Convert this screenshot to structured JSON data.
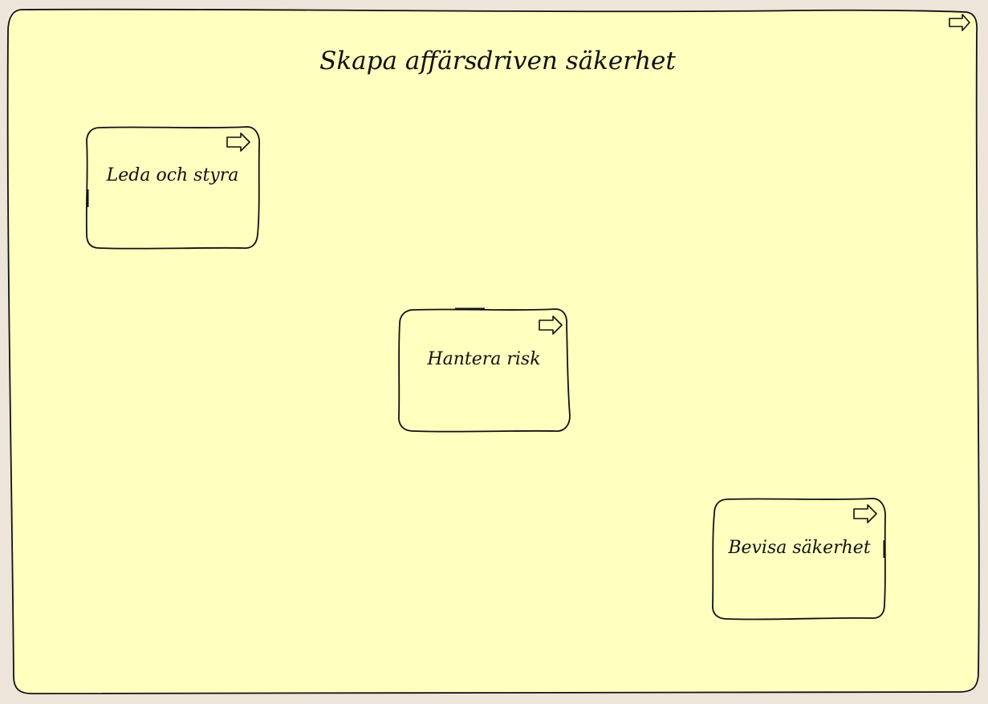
{
  "diagram": {
    "colors": {
      "background": "#ede5da",
      "element_fill": "#ffffc0",
      "stroke": "#111111"
    },
    "container": {
      "label": "Skapa affärsdriven säkerhet",
      "icon": "process-arrow-icon"
    },
    "elements": [
      {
        "id": "leda",
        "label": "Leda och styra",
        "icon": "process-arrow-icon"
      },
      {
        "id": "hantera",
        "label": "Hantera risk",
        "icon": "process-arrow-icon"
      },
      {
        "id": "bevisa",
        "label": "Bevisa säkerhet",
        "icon": "process-arrow-icon"
      }
    ]
  }
}
